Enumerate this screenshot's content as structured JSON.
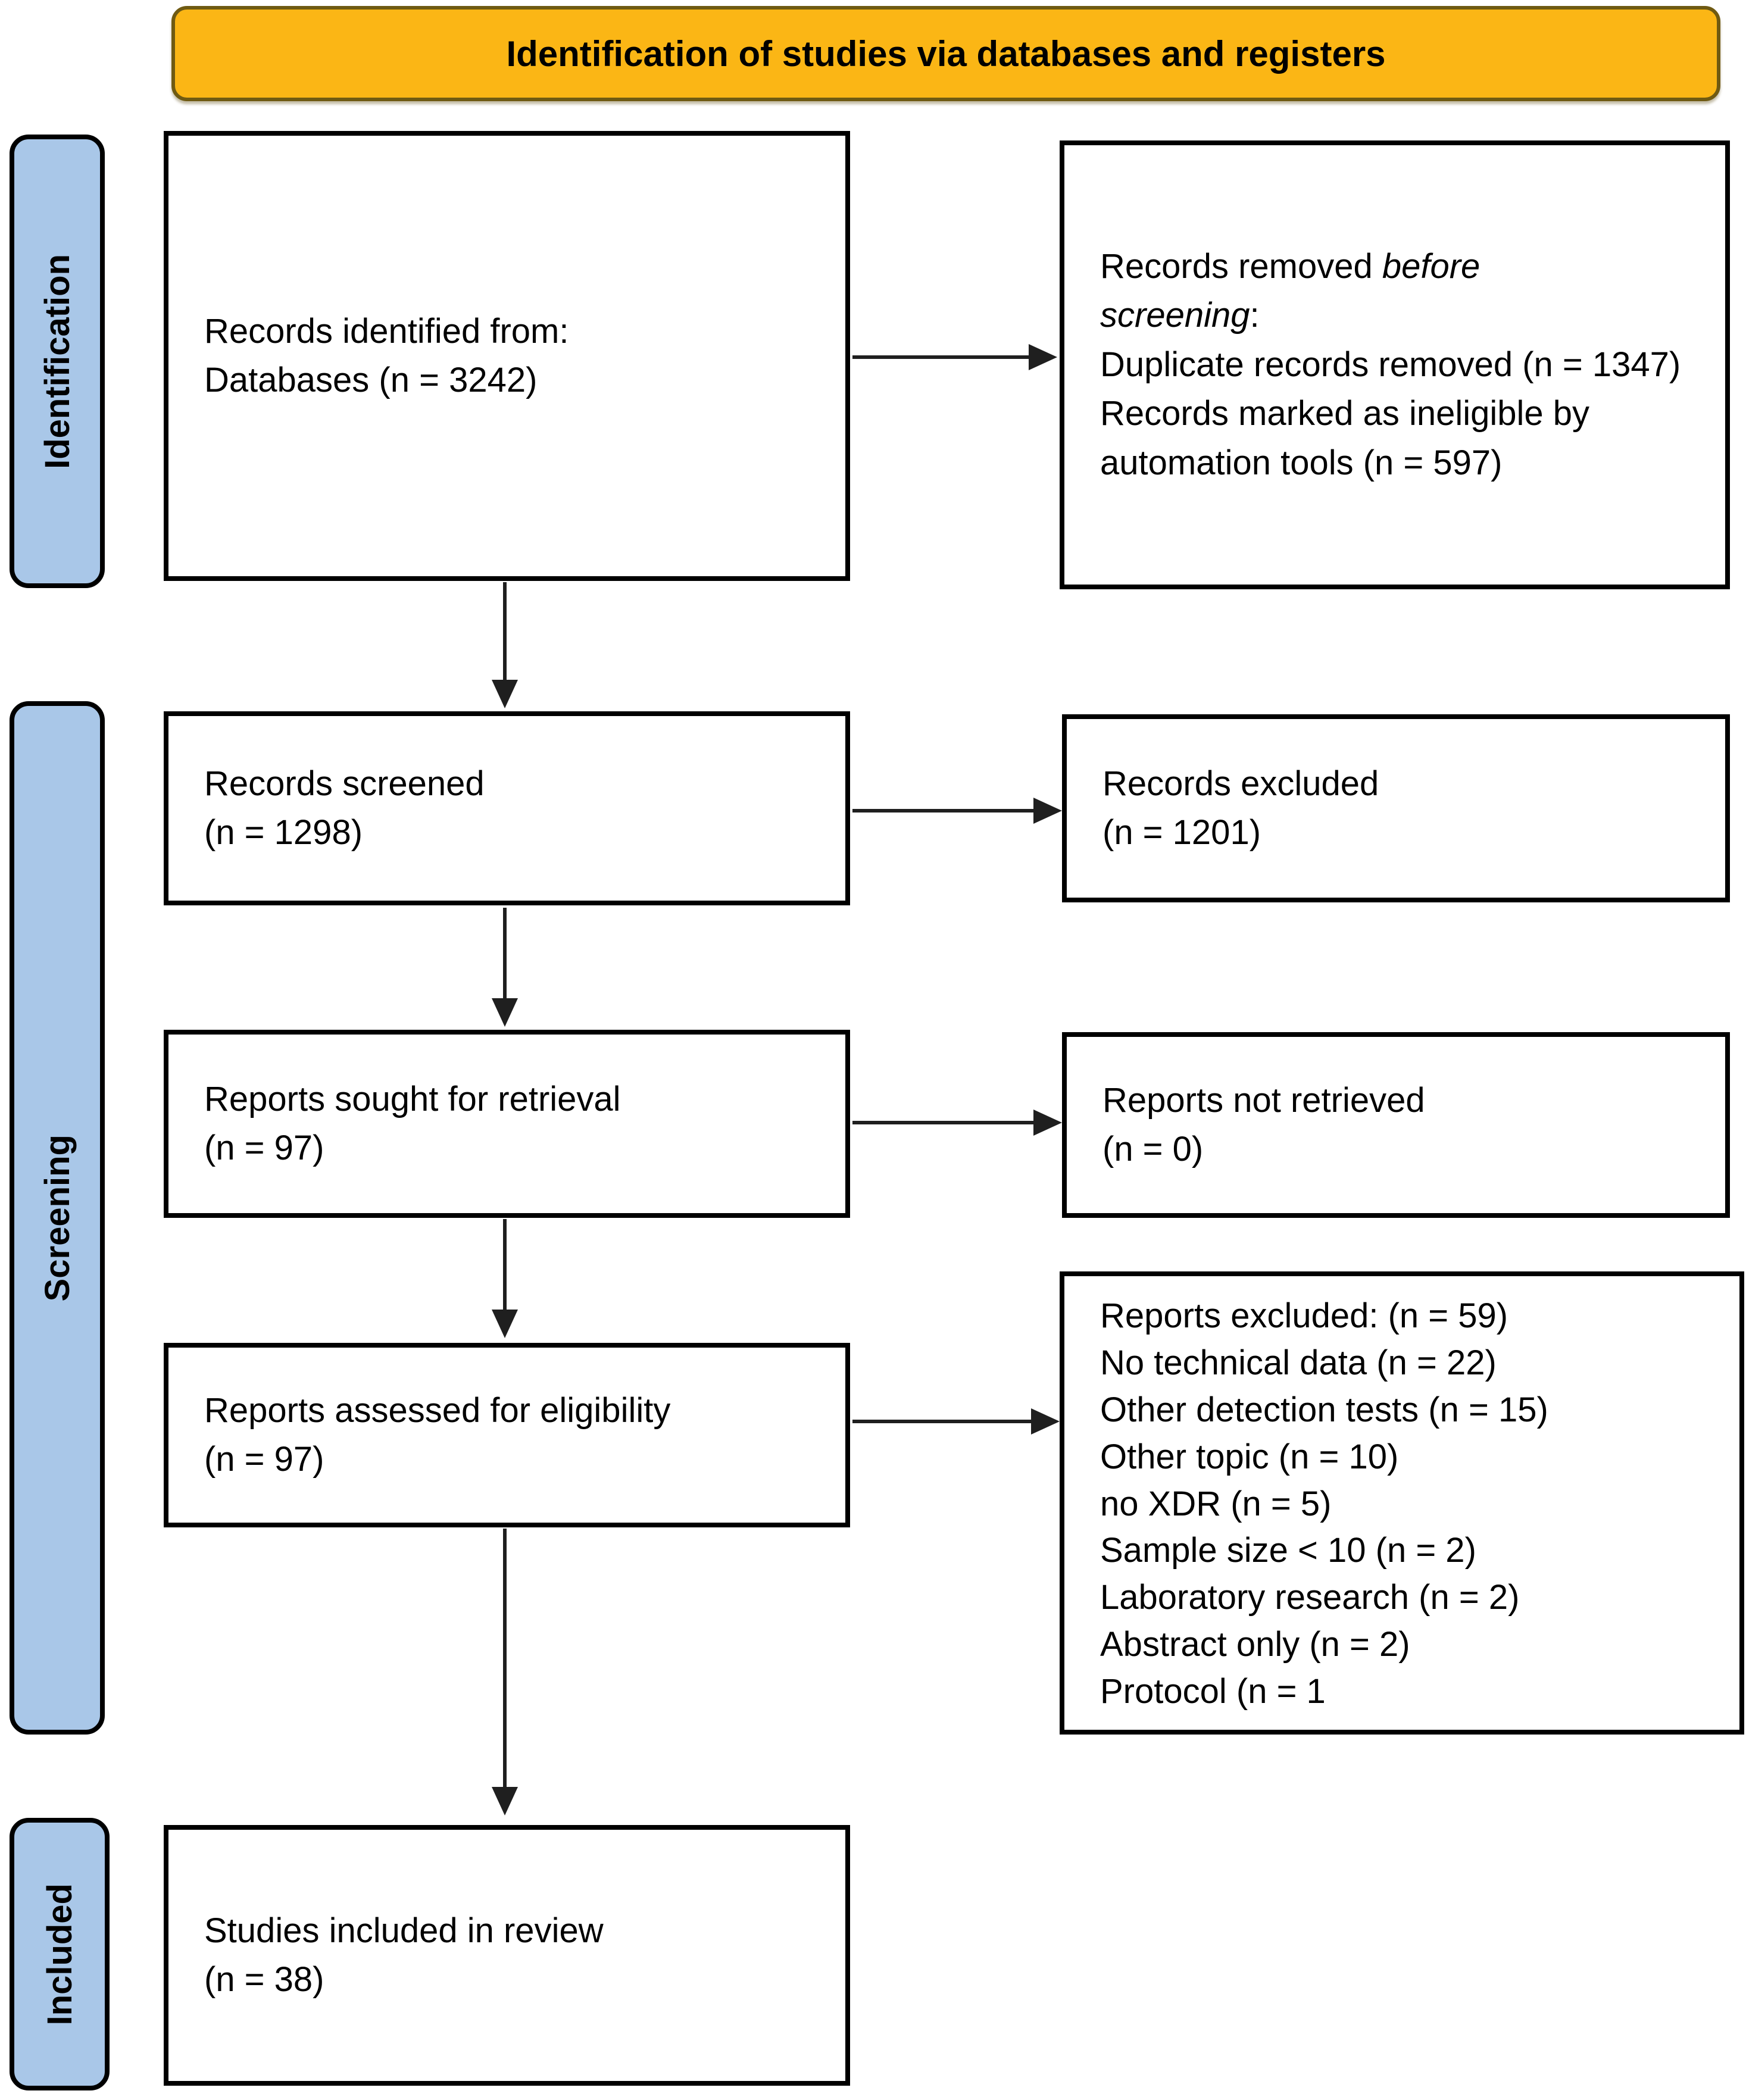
{
  "banner": {
    "title": "Identification of studies via databases and registers"
  },
  "stages": {
    "identification": "Identification",
    "screening": "Screening",
    "included": "Included"
  },
  "boxes": {
    "records_identified": {
      "line1": "Records identified from:",
      "line2": "Databases (n = 3242)"
    },
    "records_removed": {
      "p1a": "Records removed ",
      "p1b": "before",
      "p1c": "screening",
      "p1d": ":",
      "line2": "Duplicate records removed (n = 1347)",
      "line3": "Records marked as ineligible by automation tools (n = 597)"
    },
    "records_screened": {
      "line1": "Records screened",
      "line2": "(n = 1298)"
    },
    "records_excluded": {
      "line1": "Records excluded",
      "line2": "(n = 1201)"
    },
    "reports_sought": {
      "line1": "Reports sought for retrieval",
      "line2": "(n = 97)"
    },
    "reports_not_retrieved": {
      "line1": "Reports not retrieved",
      "line2": "(n = 0)"
    },
    "reports_assessed": {
      "line1": "Reports assessed for eligibility",
      "line2": "(n = 97)"
    },
    "reports_excluded": {
      "lines": [
        "Reports excluded: (n = 59)",
        "No technical data (n = 22)",
        "Other detection tests (n = 15)",
        "Other topic (n = 10)",
        "no XDR (n = 5)",
        "Sample size < 10 (n = 2)",
        "Laboratory research (n = 2)",
        "Abstract only (n = 2)",
        "Protocol (n = 1"
      ]
    },
    "studies_included": {
      "line1": "Studies included in review",
      "line2": "(n = 38)"
    }
  },
  "colors": {
    "banner_fill": "#FBB615",
    "banner_border": "#6F5A12",
    "stage_fill": "#A9C7E8",
    "arrow": "#1F1F1F"
  }
}
